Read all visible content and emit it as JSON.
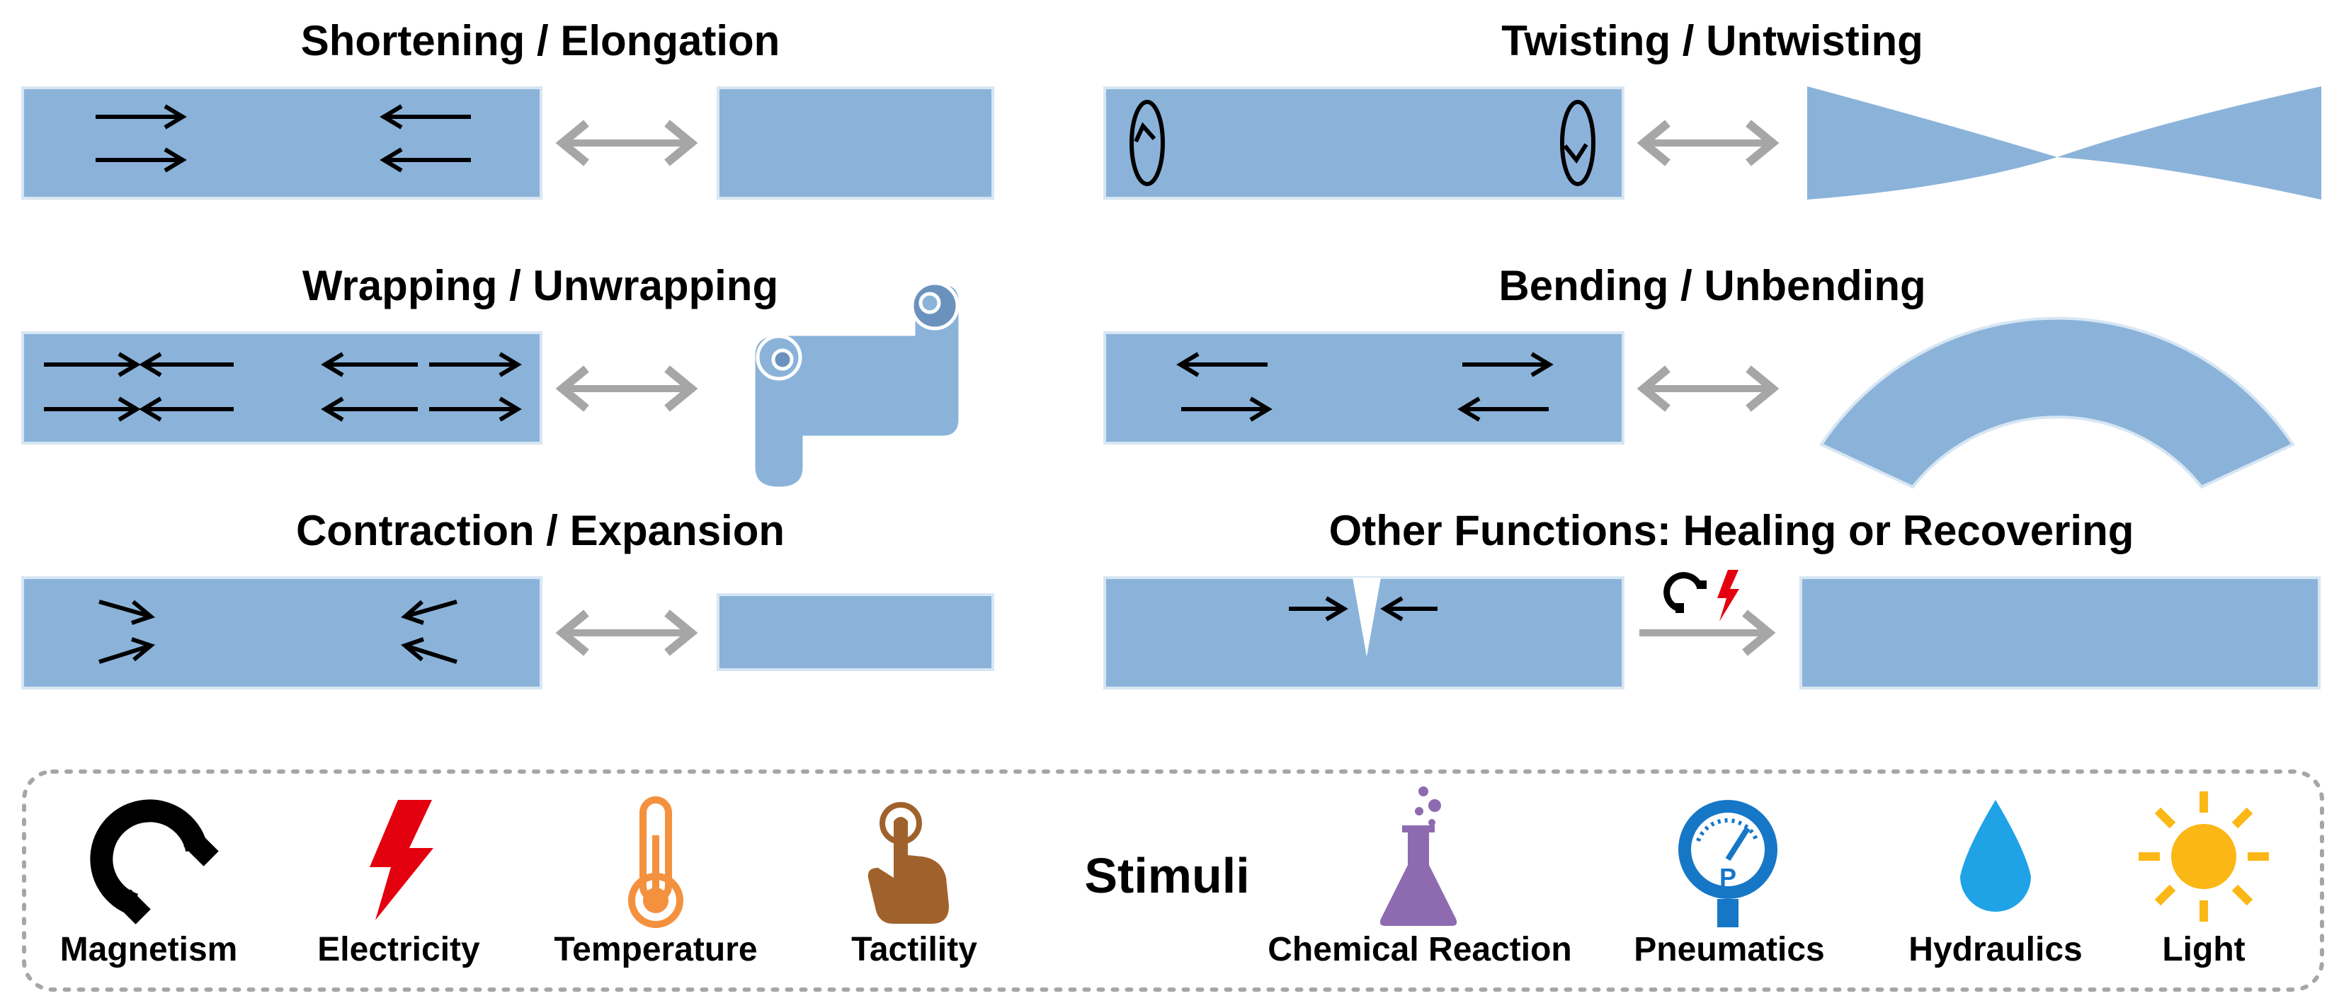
{
  "panels": {
    "shortening": {
      "title": "Shortening / Elongation"
    },
    "twisting": {
      "title": "Twisting / Untwisting"
    },
    "wrapping": {
      "title": "Wrapping / Unwrapping"
    },
    "bending": {
      "title": "Bending / Unbending"
    },
    "contraction": {
      "title": "Contraction / Expansion"
    },
    "healing": {
      "title": "Other Functions: Healing or Recovering"
    }
  },
  "stimuli": {
    "heading": "Stimuli",
    "items": [
      {
        "label": "Magnetism",
        "icon": "magnet-icon",
        "color": "#000000"
      },
      {
        "label": "Electricity",
        "icon": "lightning-icon",
        "color": "#e3000f"
      },
      {
        "label": "Temperature",
        "icon": "thermometer-icon",
        "color": "#f4913e"
      },
      {
        "label": "Tactility",
        "icon": "finger-touch-icon",
        "color": "#a0622c"
      },
      {
        "label": "Chemical Reaction",
        "icon": "flask-icon",
        "color": "#8e6bb1"
      },
      {
        "label": "Pneumatics",
        "icon": "pressure-gauge-icon",
        "color": "#1677c7"
      },
      {
        "label": "Hydraulics",
        "icon": "water-drop-icon",
        "color": "#1fa3e6"
      },
      {
        "label": "Light",
        "icon": "sun-icon",
        "color": "#fbb715"
      }
    ]
  },
  "colors": {
    "bar_fill": "#8bb3da",
    "bar_edge": "#d7e6f3",
    "double_arrow": "#a6a6a6",
    "frame_dots": "#a6a6a6"
  }
}
